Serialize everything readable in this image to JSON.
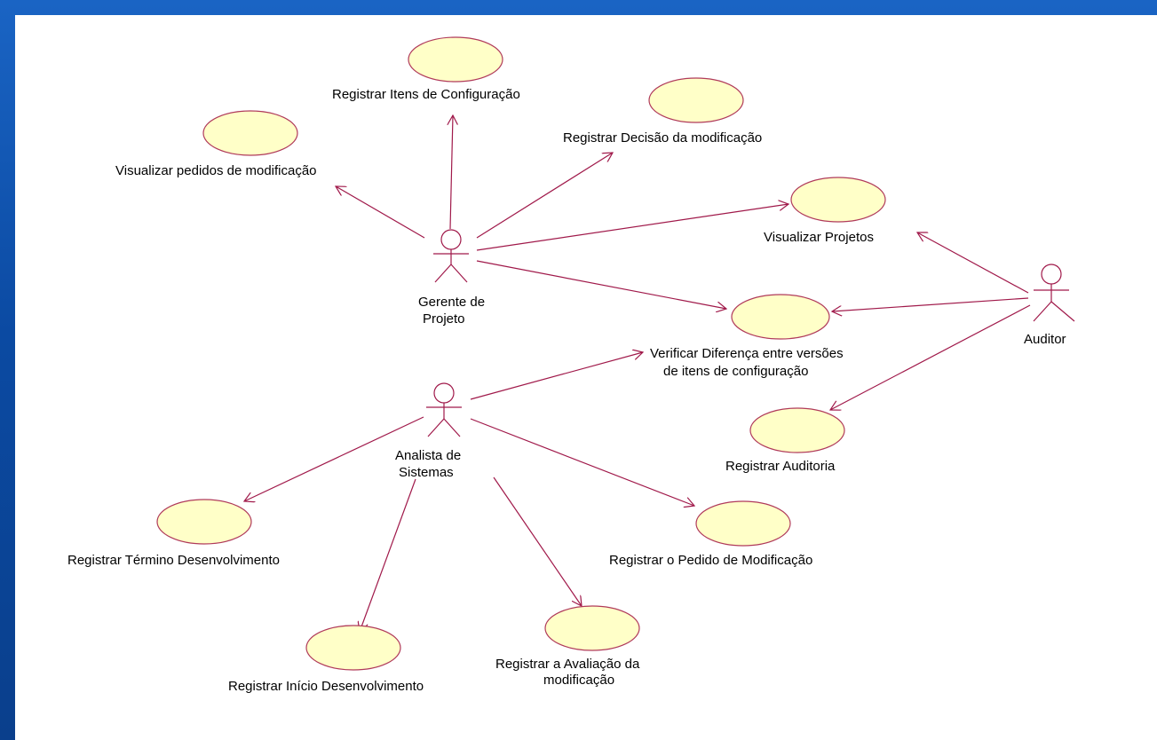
{
  "actors": {
    "gerente": {
      "line1": "Gerente de",
      "line2": "Projeto"
    },
    "analista": {
      "line1": "Analista de",
      "line2": "Sistemas"
    },
    "auditor": {
      "line1": "Auditor"
    }
  },
  "use_cases": {
    "registrar_itens": "Registrar Itens de Configuração",
    "registrar_decisao": "Registrar Decisão da modificação",
    "visualizar_pedidos": "Visualizar pedidos de modificação",
    "visualizar_projetos": "Visualizar Projetos",
    "verificar_diferenca": {
      "line1": "Verificar Diferença entre versões",
      "line2": "de itens de configuração"
    },
    "registrar_auditoria": "Registrar Auditoria",
    "registrar_termino": "Registrar Término Desenvolvimento",
    "registrar_pedido": "Registrar o Pedido de Modificação",
    "registrar_inicio": "Registrar Início Desenvolvimento",
    "registrar_avaliacao": {
      "line1": "Registrar a Avaliação da",
      "line2": "modificação"
    }
  },
  "colors": {
    "use_case_fill": "#ffffc8",
    "line_color": "#a0194a",
    "background_blue": "#0b4fa8"
  }
}
